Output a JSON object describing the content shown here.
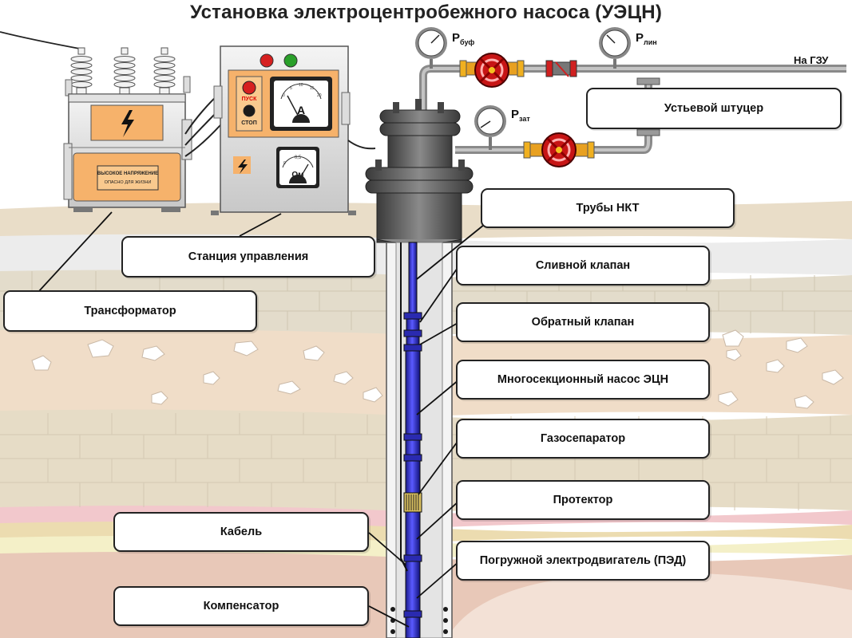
{
  "title": "Установка электроцентробежного насоса (УЭЦН)",
  "labels": {
    "transformer": "Трансформатор",
    "control_station": "Станция управления",
    "wellhead_choke": "Устьевой штуцер",
    "tubing": "Трубы НКТ",
    "drain_valve": "Сливной клапан",
    "check_valve": "Обратный клапан",
    "pump": "Многосекционный насос ЭЦН",
    "gas_separator": "Газосепаратор",
    "protector": "Протектор",
    "cable": "Кабель",
    "motor": "Погружной электродвигатель (ПЭД)",
    "compensator": "Компенсатор"
  },
  "gauges": {
    "p_buf": {
      "main": "P",
      "sub": "буф"
    },
    "p_lin": {
      "main": "P",
      "sub": "лин"
    },
    "p_zat": {
      "main": "P",
      "sub": "зат"
    }
  },
  "line_to": "На ГЗУ",
  "control_panel": {
    "start": "ПУСК",
    "stop": "СТОП",
    "ammeter_unit": "А",
    "ammeter_scale": [
      "0",
      "5",
      "10",
      "15",
      "20"
    ],
    "ohmmeter_unit": "Ом",
    "ohmmeter_scale": [
      "0",
      "0,5",
      "∞"
    ]
  },
  "transformer_plate": [
    "ВЫСОКОЕ НАПРЯЖЕНИЕ",
    "ОПАСНО ДЛЯ ЖИЗНИ"
  ]
}
